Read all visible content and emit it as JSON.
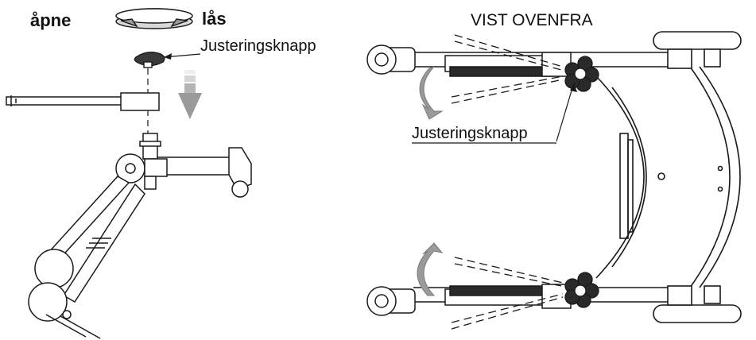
{
  "labels": {
    "open": "åpne",
    "lock": "lås",
    "adjust_knob_left": "Justeringsknapp",
    "top_view": "VIST OVENFRA",
    "adjust_knob_right": "Justeringsknapp"
  },
  "colors": {
    "line": "#1a1a1a",
    "grey_arrow": "#9a9a9a",
    "light_grey": "#d0d0d0",
    "background": "#ffffff"
  },
  "icons": {
    "rotate": "rotate-arrow-icon",
    "down": "down-arrow-icon"
  }
}
